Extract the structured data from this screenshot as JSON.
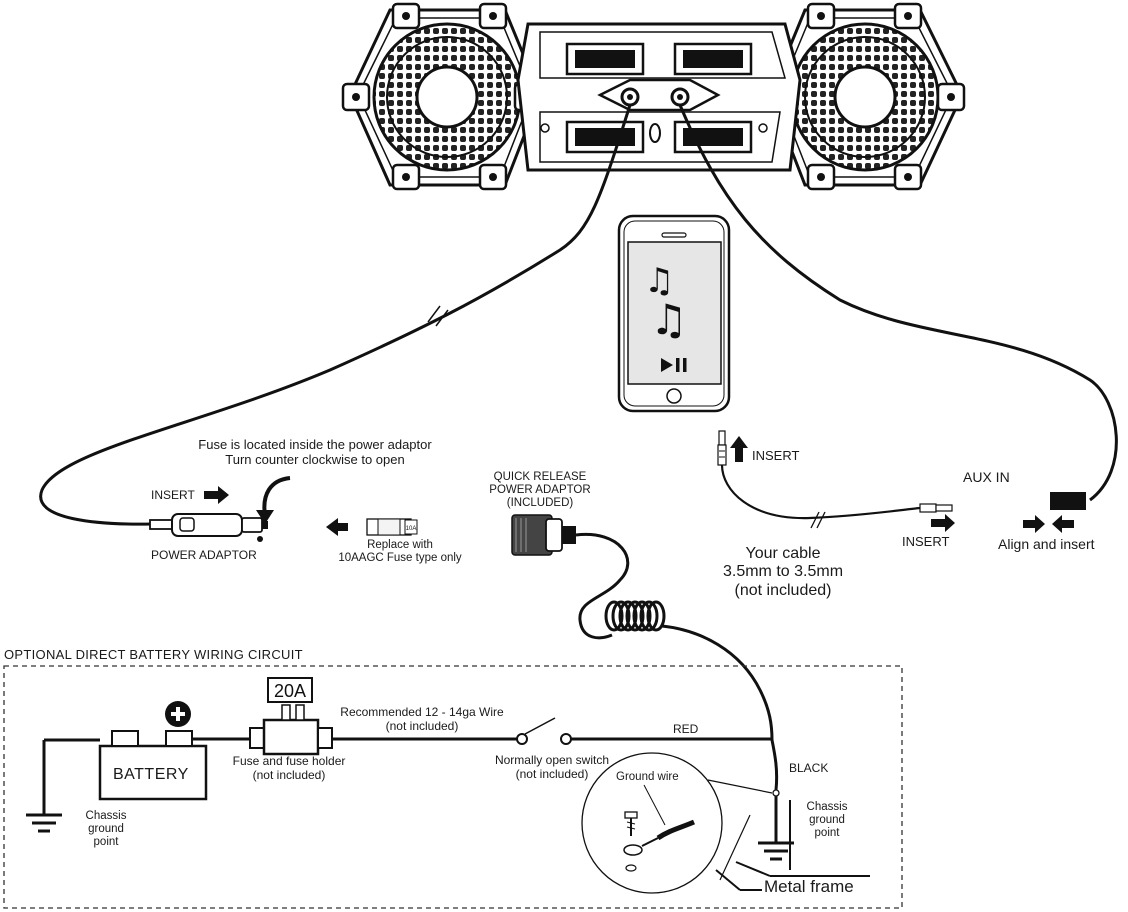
{
  "fuse_note": {
    "line1": "Fuse is located inside the power adaptor",
    "line2": "Turn counter clockwise to open"
  },
  "insert_left": "INSERT",
  "power_adaptor": "POWER ADAPTOR",
  "replace_fuse": {
    "line1": "Replace with",
    "line2": "10AAGC Fuse type only",
    "fuse_mark": "10A"
  },
  "quick_release": {
    "line1": "QUICK RELEASE",
    "line2": "POWER ADAPTOR",
    "line3": "(INCLUDED)"
  },
  "insert_top": "INSERT",
  "aux_in": "AUX IN",
  "insert_bottom": "INSERT",
  "align_insert": "Align and insert",
  "your_cable": {
    "line1": "Your cable",
    "line2": "3.5mm to 3.5mm",
    "line3": "(not included)"
  },
  "optional_title": "OPTIONAL DIRECT BATTERY WIRING CIRCUIT",
  "fuse_rating": "20A",
  "battery": "BATTERY",
  "recommended": {
    "line1": "Recommended 12 - 14ga Wire",
    "line2": "(not included)"
  },
  "red": "RED",
  "black": "BLACK",
  "fuse_holder": {
    "line1": "Fuse and fuse holder",
    "line2": "(not included)"
  },
  "switch": {
    "line1": "Normally open switch",
    "line2": "(not included)"
  },
  "chassis_left": {
    "line1": "Chassis",
    "line2": "ground",
    "line3": "point"
  },
  "chassis_right": {
    "line1": "Chassis",
    "line2": "ground",
    "line3": "point"
  },
  "ground_wire": "Ground wire",
  "metal_frame": "Metal frame",
  "phone_icons": [
    "music-notes-icon",
    "music-notes-icon",
    "play-pause-icon"
  ]
}
